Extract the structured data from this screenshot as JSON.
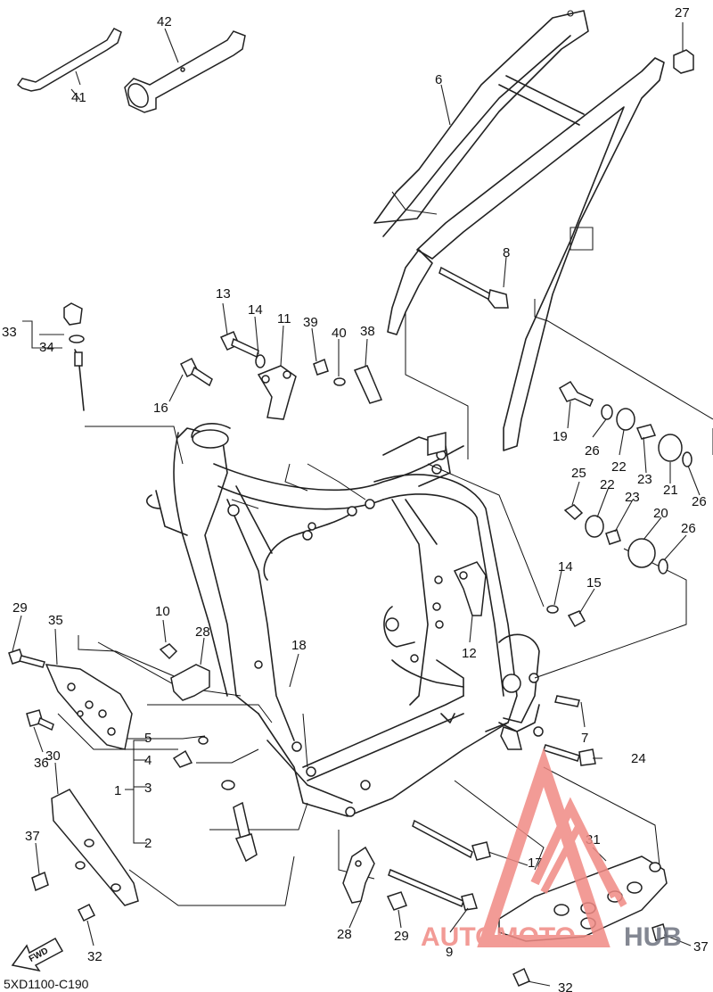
{
  "diagram": {
    "code": "5XD1100-C190",
    "fwd_label": "FWD",
    "watermark": {
      "brand_a": "AUTOMOTO",
      "brand_b": "HUB",
      "color_a": "#f08a84",
      "color_b": "#6e7380"
    },
    "callouts": [
      {
        "n": "1"
      },
      {
        "n": "2"
      },
      {
        "n": "3"
      },
      {
        "n": "4"
      },
      {
        "n": "5"
      },
      {
        "n": "6"
      },
      {
        "n": "7"
      },
      {
        "n": "8"
      },
      {
        "n": "9"
      },
      {
        "n": "10"
      },
      {
        "n": "11"
      },
      {
        "n": "12"
      },
      {
        "n": "13"
      },
      {
        "n": "14"
      },
      {
        "n": "14"
      },
      {
        "n": "15"
      },
      {
        "n": "16"
      },
      {
        "n": "17"
      },
      {
        "n": "18"
      },
      {
        "n": "19"
      },
      {
        "n": "20"
      },
      {
        "n": "21"
      },
      {
        "n": "22"
      },
      {
        "n": "22"
      },
      {
        "n": "23"
      },
      {
        "n": "23"
      },
      {
        "n": "24"
      },
      {
        "n": "25"
      },
      {
        "n": "26"
      },
      {
        "n": "26"
      },
      {
        "n": "26"
      },
      {
        "n": "27"
      },
      {
        "n": "28"
      },
      {
        "n": "28"
      },
      {
        "n": "29"
      },
      {
        "n": "29"
      },
      {
        "n": "30"
      },
      {
        "n": "31"
      },
      {
        "n": "32"
      },
      {
        "n": "32"
      },
      {
        "n": "33"
      },
      {
        "n": "34"
      },
      {
        "n": "35"
      },
      {
        "n": "36"
      },
      {
        "n": "37"
      },
      {
        "n": "37"
      },
      {
        "n": "38"
      },
      {
        "n": "39"
      },
      {
        "n": "40"
      },
      {
        "n": "41"
      },
      {
        "n": "42"
      },
      {
        "n": "9"
      }
    ]
  }
}
